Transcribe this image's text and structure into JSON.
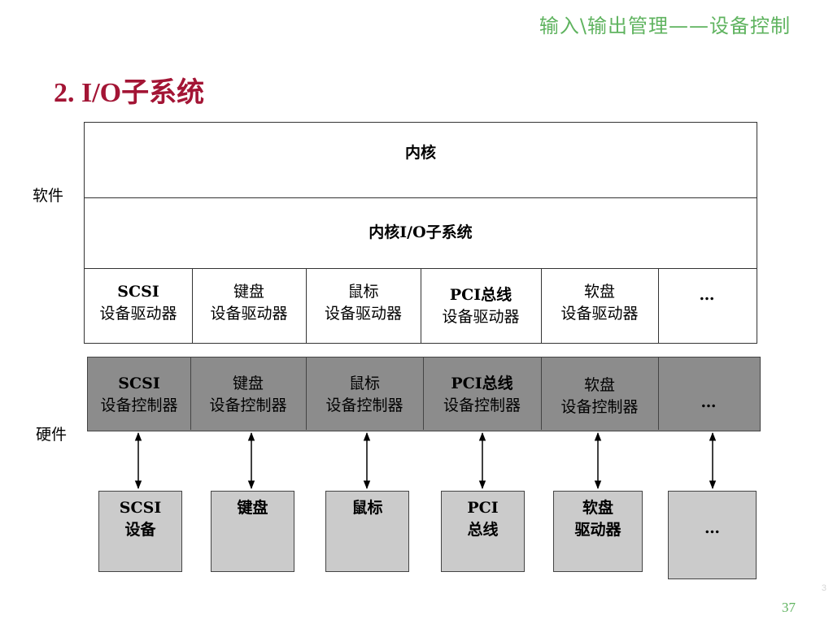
{
  "header": "输入\\输出管理——设备控制",
  "title": "2.  I/O子系统",
  "labels": {
    "software": "软件",
    "hardware": "硬件"
  },
  "software": {
    "kernel": "内核",
    "kernel_io": "内核I/O子系统",
    "drivers": [
      {
        "name": "SCSI",
        "desc": "设备驱动器"
      },
      {
        "name": "键盘",
        "desc": "设备驱动器"
      },
      {
        "name": "鼠标",
        "desc": "设备驱动器"
      },
      {
        "name": "PCI总线",
        "desc": "设备驱动器"
      },
      {
        "name": "软盘",
        "desc": "设备驱动器"
      },
      {
        "name": "…",
        "desc": ""
      }
    ]
  },
  "hardware": {
    "controllers": [
      {
        "name": "SCSI",
        "desc": "设备控制器"
      },
      {
        "name": "键盘",
        "desc": "设备控制器"
      },
      {
        "name": "鼠标",
        "desc": "设备控制器"
      },
      {
        "name": "PCI总线",
        "desc": "设备控制器"
      },
      {
        "name": "软盘",
        "desc": "设备控制器"
      },
      {
        "name": "…",
        "desc": ""
      }
    ],
    "devices": [
      {
        "line1": "SCSI",
        "line2": "设备"
      },
      {
        "line1": "键盘",
        "line2": ""
      },
      {
        "line1": "鼠标",
        "line2": ""
      },
      {
        "line1": "PCI",
        "line2": "总线"
      },
      {
        "line1": "软盘",
        "line2": "驱动器"
      },
      {
        "line1": "…",
        "line2": ""
      }
    ]
  },
  "page_number": "37",
  "small_number": "3"
}
